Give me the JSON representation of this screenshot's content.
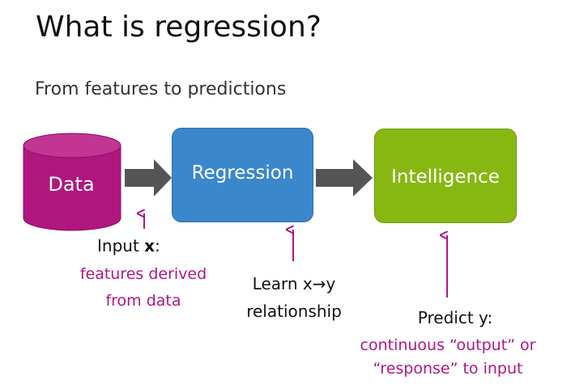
{
  "title": "What is regression?",
  "subtitle": "From features to predictions",
  "nodes": {
    "data": "Data",
    "regression": "Regression",
    "intelligence": "Intelligence"
  },
  "annotations": {
    "input": {
      "prefix": "Input ",
      "var": "x",
      "suffix": ":",
      "desc_line1": "features derived",
      "desc_line2": "from data"
    },
    "learn": {
      "line1": "Learn x→y",
      "line2": "relationship"
    },
    "predict": {
      "prefix": "Predict ",
      "var": "y",
      "suffix": ":",
      "desc_line1": "continuous “output” or",
      "desc_line2": "“response” to input"
    }
  },
  "colors": {
    "data_cylinder": "#b0177e",
    "regression_box": "#3b87cc",
    "intelligence_box": "#87b812",
    "flow_arrow": "#555555",
    "pointer_arrow": "#b01585",
    "annotation_text": "#b01585"
  }
}
